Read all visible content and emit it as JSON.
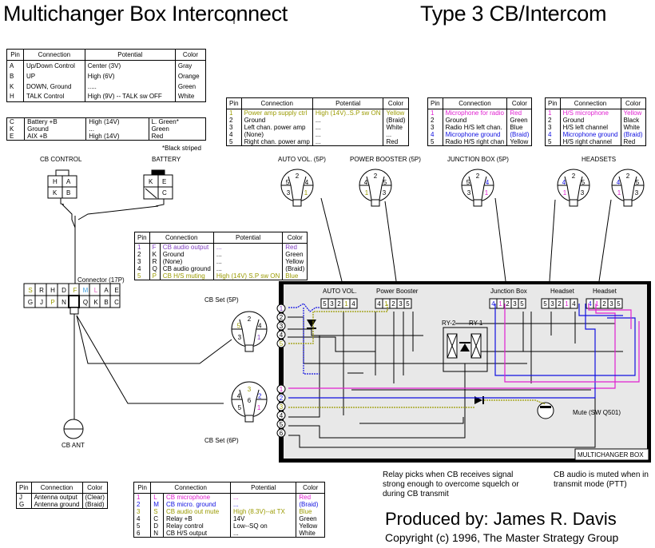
{
  "header": {
    "title": "Multichanger Box Interconnect",
    "subtitle": "Type 3 CB/Intercom"
  },
  "colors": {
    "magenta": "#e020d0",
    "blue": "#1010e0",
    "olive": "#9a9a00",
    "purple": "#8040c0",
    "box_fill": "#e8e8e8"
  },
  "cb_control_table": {
    "headers": [
      "Pin",
      "Connection",
      "Potential",
      "Color"
    ],
    "rows": [
      [
        "A",
        "Up/Down Control",
        "Center (3V)",
        "Gray"
      ],
      [
        "B",
        "UP",
        "High (6V)",
        "Orange"
      ],
      [
        "K",
        "DOWN, Ground",
        ".....",
        "Green"
      ],
      [
        "H",
        "TALK Control",
        "High (9V) -- TALK sw OFF",
        "White"
      ]
    ]
  },
  "battery_table": {
    "rows": [
      [
        "C",
        "Battery +B",
        "High (14V)",
        "L. Green*"
      ],
      [
        "K",
        "Ground",
        "...",
        "Green"
      ],
      [
        "E",
        "AIX +B",
        "High (14V)",
        "Red"
      ]
    ],
    "footnote": "*Black striped"
  },
  "auto_vol_table": {
    "headers": [
      "Pin",
      "Connection",
      "Potential",
      "Color"
    ],
    "rows": [
      [
        "1",
        "Power amp supply ctrl",
        "High (14V)..S.P sw ON",
        "Yellow",
        "olive"
      ],
      [
        "2",
        "Ground",
        "...",
        "(Braid)",
        ""
      ],
      [
        "3",
        "Left chan. power amp",
        "...",
        "White",
        ""
      ],
      [
        "4",
        "(None)",
        "...",
        "...",
        ""
      ],
      [
        "5",
        "Right chan. power amp",
        "...",
        "Red",
        ""
      ]
    ]
  },
  "junction_table": {
    "headers": [
      "Pin",
      "Connection",
      "Color"
    ],
    "rows": [
      [
        "1",
        "Microphone for radio",
        "Red",
        "magenta"
      ],
      [
        "2",
        "Ground",
        "Green",
        ""
      ],
      [
        "3",
        "Radio H/S left chan.",
        "Blue",
        ""
      ],
      [
        "4",
        "Microphone ground",
        "(Braid)",
        "blue"
      ],
      [
        "5",
        "Radio H/S right chan",
        "Yellow",
        ""
      ]
    ]
  },
  "headset_table": {
    "headers": [
      "Pin",
      "Connection",
      "Color"
    ],
    "rows": [
      [
        "1",
        "H/S microphone",
        "Yellow",
        "magenta"
      ],
      [
        "2",
        "Ground",
        "Black",
        ""
      ],
      [
        "3",
        "H/S left channel",
        "White",
        ""
      ],
      [
        "4",
        "Microphone ground",
        "(Braid)",
        "blue"
      ],
      [
        "5",
        "H/S right channel",
        "Red",
        ""
      ]
    ]
  },
  "cb_set5_table": {
    "headers": [
      "Pin",
      "Connection",
      "Potential",
      "Color"
    ],
    "rows": [
      [
        "1",
        "F",
        "CB audio output",
        "...",
        "Red",
        "purple"
      ],
      [
        "2",
        "K",
        "Ground",
        "...",
        "Green",
        ""
      ],
      [
        "3",
        "R",
        "(None)",
        "...",
        "Yellow",
        ""
      ],
      [
        "4",
        "Q",
        "CB audio ground",
        "...",
        "(Braid)",
        ""
      ],
      [
        "5",
        "P",
        "CB H/S muting",
        "High (14V) S.P sw ON",
        "Blue",
        "olive"
      ]
    ]
  },
  "antenna_table": {
    "headers": [
      "Pin",
      "Connection",
      "Color"
    ],
    "rows": [
      [
        "J",
        "Antenna output",
        "(Clear)"
      ],
      [
        "G",
        "Antenna ground",
        "(Braid)"
      ]
    ]
  },
  "cb_set6_table": {
    "headers": [
      "Pin",
      "Connection",
      "Potential",
      "Color"
    ],
    "rows": [
      [
        "1",
        "L",
        "CB microphone",
        "...",
        "Red",
        "magenta"
      ],
      [
        "2",
        "M",
        "CB micro. ground",
        "...",
        "(Braid)",
        "blue"
      ],
      [
        "3",
        "S",
        "CB audio out mute",
        "High (8.3V)--at TX",
        "Blue",
        "olive"
      ],
      [
        "4",
        "C",
        "Relay +B",
        "14V",
        "Green",
        ""
      ],
      [
        "5",
        "D",
        "Relay control",
        "Low--SQ on",
        "Yellow",
        ""
      ],
      [
        "6",
        "N",
        "CB H/S output",
        "...",
        "White",
        ""
      ]
    ]
  },
  "labels": {
    "cb_control": "CB CONTROL",
    "battery": "BATTERY",
    "auto_vol": "AUTO VOL. (5P)",
    "power_booster": "POWER BOOSTER (5P)",
    "junction_box": "JUNCTION BOX (5P)",
    "headsets": "HEADSETS",
    "connector17": "Connector (17P)",
    "cb_set5": "CB Set (5P)",
    "cb_set6": "CB Set (6P)",
    "cb_ant": "CB ANT",
    "box_auto_vol": "AUTO VOL.",
    "box_power_booster": "Power Booster",
    "box_junction": "Junction Box",
    "box_headset": "Headset",
    "box_headset1": "Headset",
    "ry2": "RY-2",
    "ry1": "RY-1",
    "mute": "Mute (SW Q501)",
    "box_name": "MULTICHANGER BOX"
  },
  "cb_control_pins": [
    "H",
    "A",
    "K",
    "B"
  ],
  "battery_pins": [
    "K",
    "E",
    "",
    "C"
  ],
  "connector17": {
    "top": [
      "S",
      "R",
      "H",
      "D",
      "F",
      "M",
      "L",
      "A",
      "E"
    ],
    "bottom": [
      "G",
      "J",
      "P",
      "N",
      "",
      "Q",
      "K",
      "B",
      "C"
    ]
  },
  "notes": {
    "relay": "Relay picks when CB receives signal strong enough to overcome squelch or during CB transmit",
    "mute": "CB audio is muted when in transmit mode (PTT)"
  },
  "footer": {
    "produced_by": "Produced by: James R. Davis",
    "copyright": "Copyright (c) 1996, The Master Strategy Group"
  }
}
